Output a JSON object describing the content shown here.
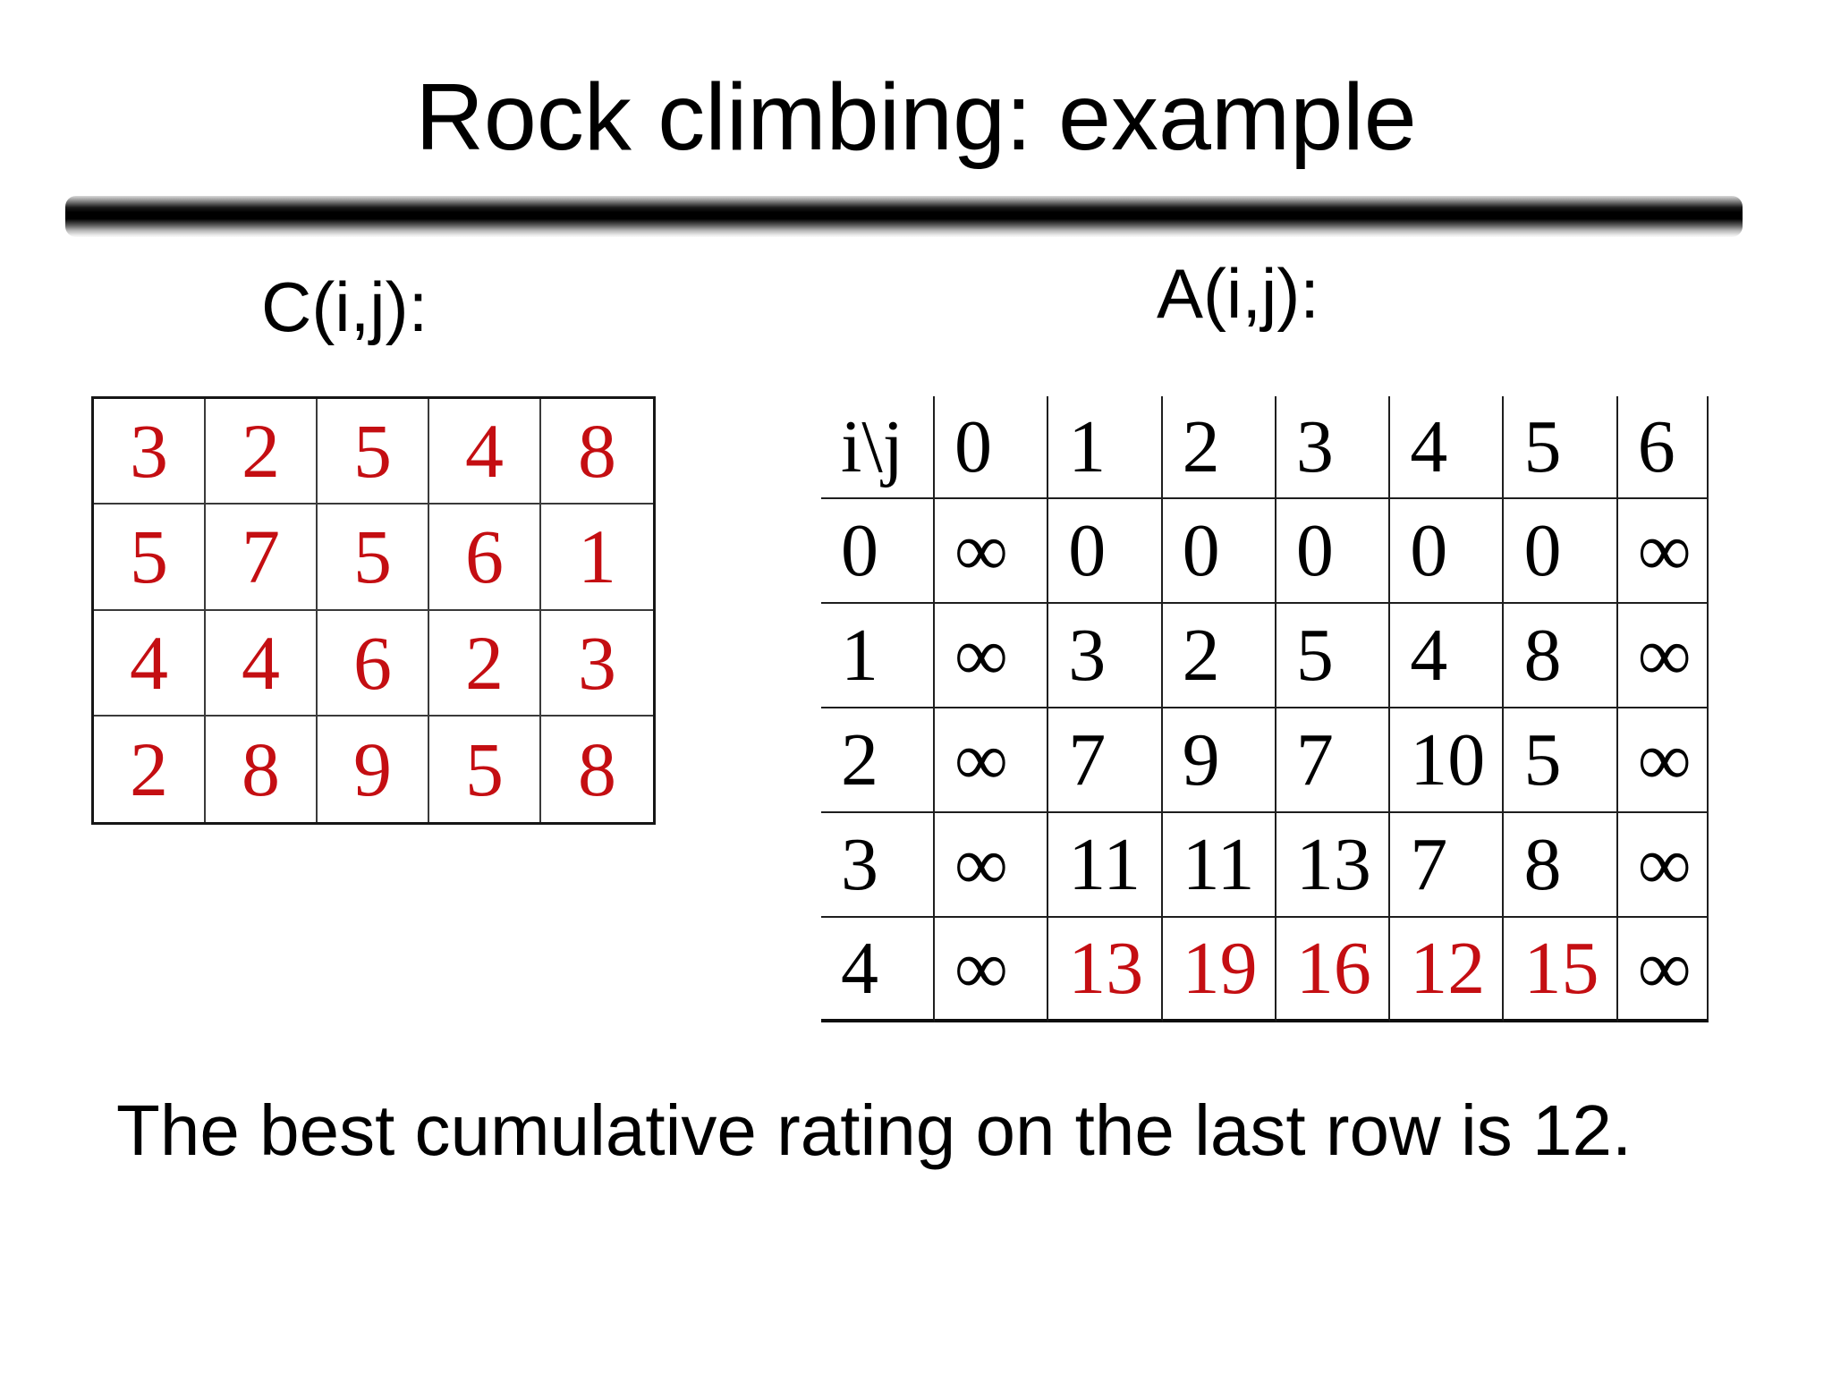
{
  "slide": {
    "title": "Rock climbing: example",
    "caption": "The best cumulative rating on the last row is 12."
  },
  "colors": {
    "red": "#c40e12",
    "black": "#000000"
  },
  "c_table": {
    "label": "C(i,j):",
    "rows": [
      [
        "3",
        "2",
        "5",
        "4",
        "8"
      ],
      [
        "5",
        "7",
        "5",
        "6",
        "1"
      ],
      [
        "4",
        "4",
        "6",
        "2",
        "3"
      ],
      [
        "2",
        "8",
        "9",
        "5",
        "8"
      ]
    ]
  },
  "a_table": {
    "label": "A(i,j):",
    "header": [
      "i\\j",
      "0",
      "1",
      "2",
      "3",
      "4",
      "5",
      "6"
    ],
    "rows": [
      {
        "label": "0",
        "cells": [
          "∞",
          "0",
          "0",
          "0",
          "0",
          "0",
          "∞"
        ],
        "highlight": false
      },
      {
        "label": "1",
        "cells": [
          "∞",
          "3",
          "2",
          "5",
          "4",
          "8",
          "∞"
        ],
        "highlight": false
      },
      {
        "label": "2",
        "cells": [
          "∞",
          "7",
          "9",
          "7",
          "10",
          "5",
          "∞"
        ],
        "highlight": false
      },
      {
        "label": "3",
        "cells": [
          "∞",
          "11",
          "11",
          "13",
          "7",
          "8",
          "∞"
        ],
        "highlight": false
      },
      {
        "label": "4",
        "cells": [
          "∞",
          "13",
          "19",
          "16",
          "12",
          "15",
          "∞"
        ],
        "highlight": true
      }
    ]
  }
}
